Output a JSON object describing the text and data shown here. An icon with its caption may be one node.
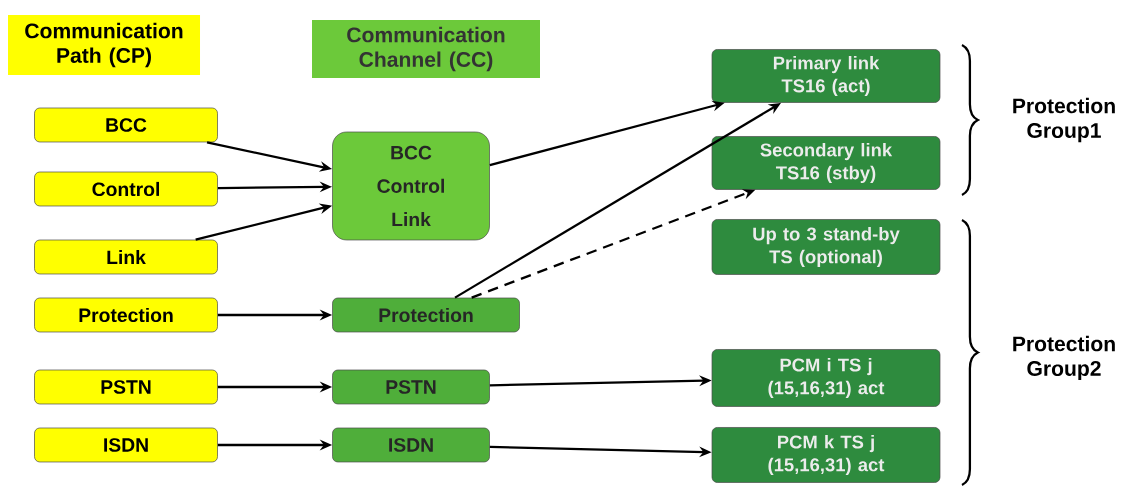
{
  "diagram": {
    "nodes": [
      {
        "text": [
          "Communication Path (CP)"
        ]
      },
      {
        "text": [
          "Communication Channel (CC)"
        ]
      },
      {
        "text": [
          "BCC"
        ]
      },
      {
        "text": [
          "Control"
        ]
      },
      {
        "text": [
          "Link"
        ]
      },
      {
        "text": [
          "Protection"
        ]
      },
      {
        "text": [
          "PSTN"
        ]
      },
      {
        "text": [
          "ISDN"
        ]
      },
      {
        "text": [
          "BCC Control Link"
        ]
      },
      {
        "text": [
          "Protection"
        ]
      },
      {
        "text": [
          "PSTN"
        ]
      },
      {
        "text": [
          "ISDN"
        ]
      },
      {
        "text": [
          "Primary link TS16 (act)"
        ]
      },
      {
        "text": [
          "Secondary link TS16 (stby)"
        ]
      },
      {
        "text": [
          "Up to 3 stand-by TS (optional)"
        ]
      },
      {
        "text": [
          "PCM i TS j (15,16,31) act"
        ]
      },
      {
        "text": [
          "PCM k TS j (15,16,31) act"
        ]
      }
    ],
    "edges": [
      {
        "from": 2,
        "to": 8,
        "arrow": "to"
      },
      {
        "from": 3,
        "to": 8,
        "arrow": "to"
      },
      {
        "from": 4,
        "to": 8,
        "arrow": "to"
      },
      {
        "from": 5,
        "to": 9,
        "arrow": "to"
      },
      {
        "from": 6,
        "to": 10,
        "arrow": "to"
      },
      {
        "from": 7,
        "to": 11,
        "arrow": "to"
      },
      {
        "from": 8,
        "to": 12,
        "arrow": "to"
      },
      {
        "from": 9,
        "to": 12,
        "arrow": "to"
      },
      {
        "from": 9,
        "to": 13,
        "arrow": "to",
        "style": "dashed"
      },
      {
        "from": 10,
        "to": 15,
        "arrow": "to"
      },
      {
        "from": 11,
        "to": 16,
        "arrow": "to"
      }
    ],
    "labels": [
      "Protection Group1",
      "Protection Group2"
    ]
  }
}
